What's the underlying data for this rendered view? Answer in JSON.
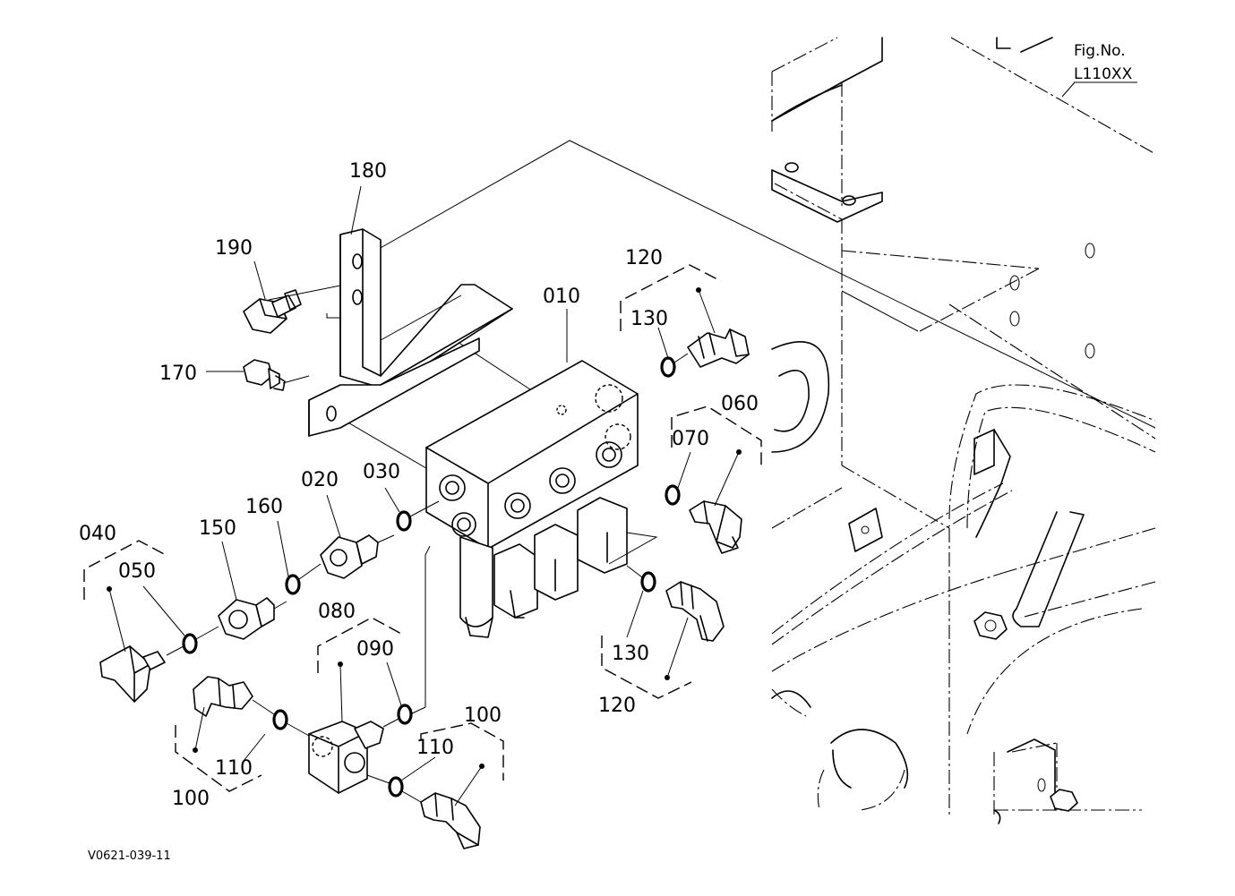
{
  "figure": {
    "label": "Fig.No.",
    "number": "L110XX"
  },
  "drawing_code": "V0621-039-11",
  "callouts": {
    "p010": "010",
    "p020": "020",
    "p030": "030",
    "p040": "040",
    "p050": "050",
    "p060": "060",
    "p070": "070",
    "p080": "080",
    "p090": "090",
    "p100a": "100",
    "p100b": "100",
    "p110a": "110",
    "p110b": "110",
    "p120a": "120",
    "p120b": "120",
    "p130a": "130",
    "p130b": "130",
    "p150": "150",
    "p160": "160",
    "p170": "170",
    "p180": "180",
    "p190": "190"
  }
}
